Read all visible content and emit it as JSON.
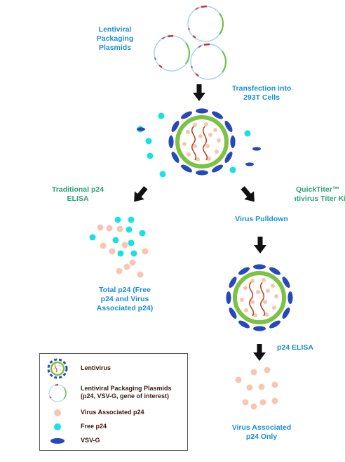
{
  "labels": {
    "packaging": [
      "Lentiviral",
      "Packaging",
      "Plasmids"
    ],
    "transfection": [
      "Transfection into",
      "293T Cells"
    ],
    "traditional": [
      "Traditional p24",
      "ELISA"
    ],
    "quicktiter": [
      "QuickTiter™",
      "Lentivirus Titer Kit"
    ],
    "pulldown": "Virus Pulldown",
    "total": [
      "Total p24 (Free",
      "p24 and Virus",
      "Associated p24)"
    ],
    "p24_elisa": "p24 ELISA",
    "associated_only": [
      "Virus Associated",
      "p24 Only"
    ]
  },
  "legend": {
    "items": [
      {
        "icon": "lentivirus-icon",
        "label": "Lentivirus"
      },
      {
        "icon": "plasmid-icon",
        "label": "Lentiviral Packaging Plasmids",
        "sublabel": "(p24, VSV-G, gene of interest)"
      },
      {
        "icon": "virus-p24-dot-icon",
        "label": "Virus Associated p24"
      },
      {
        "icon": "free-p24-dot-icon",
        "label": "Free p24"
      },
      {
        "icon": "vsvg-icon",
        "label": "VSV-G"
      }
    ]
  },
  "colors": {
    "label_blue": "#1a8fd6",
    "label_green": "#2aa37a",
    "free_p24": "#18e0e6",
    "virus_p24": "#f7c6b2",
    "vsvg": "#2748b8",
    "membrane": "#7dc242",
    "rna": "#b34a1e",
    "arrow": "#111111"
  }
}
